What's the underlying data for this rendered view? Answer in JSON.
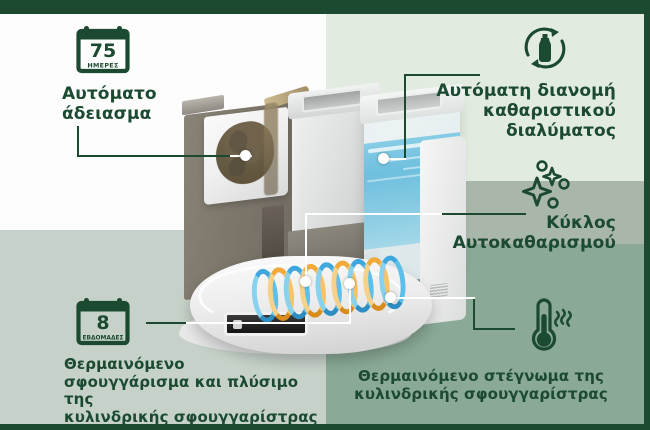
{
  "page": {
    "title": "Robot Vacuum Self-Cleaning Station Features",
    "language": "el"
  },
  "colors": {
    "dark_green": "#1b4a31",
    "pale_green": "#e2ebdf",
    "mid_green": "#a9b7ab",
    "deep_green": "#8aa996",
    "sage": "#c6d2c9",
    "white": "#fdfdfd",
    "water_blue": "#63bcdd"
  },
  "features": [
    {
      "id": "auto-empty",
      "icon": "calendar-icon",
      "badge_number": "75",
      "badge_unit": "ΗΜΕΡΕΣ",
      "label_lines": [
        "Αυτόματο",
        "άδειασμα"
      ],
      "position": "top-left"
    },
    {
      "id": "auto-detergent",
      "icon": "bottle-recycle-icon",
      "label_lines": [
        "Αυτόματη διανομή",
        "καθαριστικού",
        "διαλύματος"
      ],
      "position": "top-right"
    },
    {
      "id": "self-clean-cycle",
      "icon": "sparkle-icon",
      "label_lines": [
        "Κύκλος",
        "Αυτοκαθαρισμού"
      ],
      "position": "middle-right"
    },
    {
      "id": "heated-mopping",
      "icon": "calendar-icon",
      "badge_number": "8",
      "badge_unit": "ΕΒΔΟΜΑΔΕΣ",
      "label_lines": [
        "Θερμαινόμενο",
        "σφουγγάρισμα και πλύσιμο της",
        "κυλινδρικής σφουγγαρίστρας"
      ],
      "position": "bottom-left"
    },
    {
      "id": "heated-drying",
      "icon": "thermometer-icon",
      "label_lines": [
        "Θερμαινόμενο στέγνωμα της",
        "κυλινδρικής σφουγγαρίστρας"
      ],
      "position": "bottom-right"
    }
  ],
  "product": {
    "name": "robot-vacuum-dock-station",
    "parts": [
      "dust-chamber",
      "detergent-tank",
      "clean-water-tank",
      "roller-mop",
      "robot-body"
    ]
  }
}
